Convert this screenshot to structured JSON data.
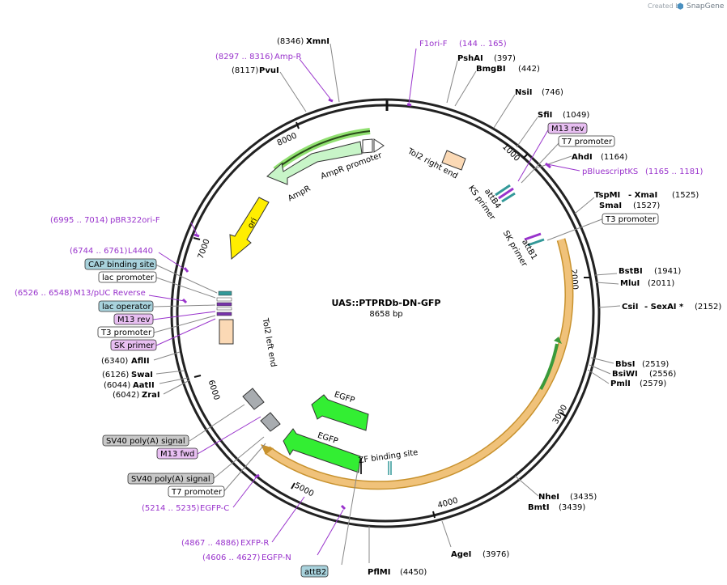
{
  "brand": {
    "created_by": "Created by",
    "name": "SnapGene"
  },
  "plasmid": {
    "name": "UAS::PTPRDb-DN-GFP",
    "size": "8658 bp"
  },
  "ticks": [
    "1000",
    "2000",
    "3000",
    "4000",
    "5000",
    "6000",
    "7000",
    "8000"
  ],
  "enzymes": {
    "xmni": {
      "pos": "(8346)",
      "name": "XmnI"
    },
    "pvui": {
      "pos": "(8117)",
      "name": "PvuI"
    },
    "pshai": {
      "name": "PshAI",
      "pos": "(397)"
    },
    "bmgbi": {
      "name": "BmgBI",
      "pos": "(442)"
    },
    "nsii": {
      "name": "NsiI",
      "pos": "(746)"
    },
    "sfii": {
      "name": "SfiI",
      "pos": "(1049)"
    },
    "ahdi": {
      "name": "AhdI",
      "pos": "(1164)"
    },
    "tspmi": {
      "name": "TspMI",
      "dash": "- XmaI",
      "pos": "(1525)"
    },
    "smai": {
      "name": "SmaI",
      "pos": "(1527)"
    },
    "bstbi": {
      "name": "BstBI",
      "pos": "(1941)"
    },
    "mlui": {
      "name": "MluI",
      "pos": "(2011)"
    },
    "csii": {
      "name": "CsiI",
      "dash": "- SexAI *",
      "pos": "(2152)"
    },
    "bbsi": {
      "name": "BbsI",
      "pos": "(2519)"
    },
    "bsiwi": {
      "name": "BsiWI",
      "pos": "(2556)"
    },
    "pmli": {
      "name": "PmlI",
      "pos": "(2579)"
    },
    "nhei": {
      "name": "NheI",
      "pos": "(3435)"
    },
    "bmti": {
      "name": "BmtI",
      "pos": "(3439)"
    },
    "agei": {
      "name": "AgeI",
      "pos": "(3976)"
    },
    "pflmi": {
      "name": "PflMI",
      "pos": "(4450)"
    },
    "aflii": {
      "pos": "(6340)",
      "name": "AflII"
    },
    "swai": {
      "pos": "(6126)",
      "name": "SwaI"
    },
    "aatii": {
      "pos": "(6044)",
      "name": "AatII"
    },
    "zrai": {
      "pos": "(6042)",
      "name": "ZraI"
    }
  },
  "primers": {
    "ampr": {
      "range": "(8297 .. 8316)",
      "name": "Amp-R"
    },
    "f1ori": {
      "name": "F1ori-F",
      "range": "(144 .. 165)"
    },
    "pbluescript": {
      "name": "pBluescriptKS",
      "range": "(1165 .. 1181)"
    },
    "pbr322": {
      "range": "(6995 .. 7014)",
      "name": "pBR322ori-F"
    },
    "l4440": {
      "range": "(6744 .. 6761)",
      "name": "L4440"
    },
    "m13puc": {
      "range": "(6526 .. 6548)",
      "name": "M13/pUC Reverse"
    },
    "egfpc": {
      "range": "(5214 .. 5235)",
      "name": "EGFP-C"
    },
    "exfpr": {
      "range": "(4867 .. 4886)",
      "name": "EXFP-R"
    },
    "egfpn": {
      "range": "(4606 .. 4627)",
      "name": "EGFP-N"
    }
  },
  "boxes": {
    "m13rev_top": "M13 rev",
    "t7_top": "T7 promoter",
    "t3_right": "T3 promoter",
    "cap": "CAP binding site",
    "lacprom": "lac promoter",
    "lacop": "lac operator",
    "m13rev_left": "M13 rev",
    "t3_left": "T3 promoter",
    "sk_left": "SK primer",
    "sv40_1": "SV40 poly(A) signal",
    "m13fwd": "M13 fwd",
    "sv40_2": "SV40 poly(A) signal",
    "t7_bottom": "T7 promoter",
    "attb2": "attB2"
  },
  "features": {
    "ampr_promoter": "AmpR promoter",
    "ampr": "AmpR",
    "ori": "ori",
    "tol2_right": "Tol2 right end",
    "attb4": "attB4",
    "ks_primer": "KS primer",
    "sk_primer": "SK primer",
    "attb1": "attB1",
    "tol2_left": "Tol2 left end",
    "egfp1": "EGFP",
    "egfp2": "EGFP",
    "zf": "ZF binding site"
  },
  "colors": {
    "primer": "#9933cc",
    "cds_orange": "#f0c27a",
    "egfp": "#33ee33",
    "ori": "#ffee00",
    "ampr": "#c8f5c8",
    "tol2": "#fbd9b5",
    "att": "#339999",
    "gray_box": "#c8c8c8",
    "lilac_box": "#e8bff2",
    "teal_box": "#a8d2dc"
  }
}
